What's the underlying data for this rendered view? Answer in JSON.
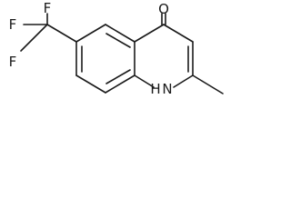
{
  "molecule": {
    "labels": {
      "oxygen": "O",
      "fluorine_1": "F",
      "fluorine_2": "F",
      "fluorine_3": "F",
      "nitrogen": "N",
      "nh_hydrogen": "H"
    },
    "bond_color": "#1a1a1a",
    "background": "#ffffff"
  }
}
